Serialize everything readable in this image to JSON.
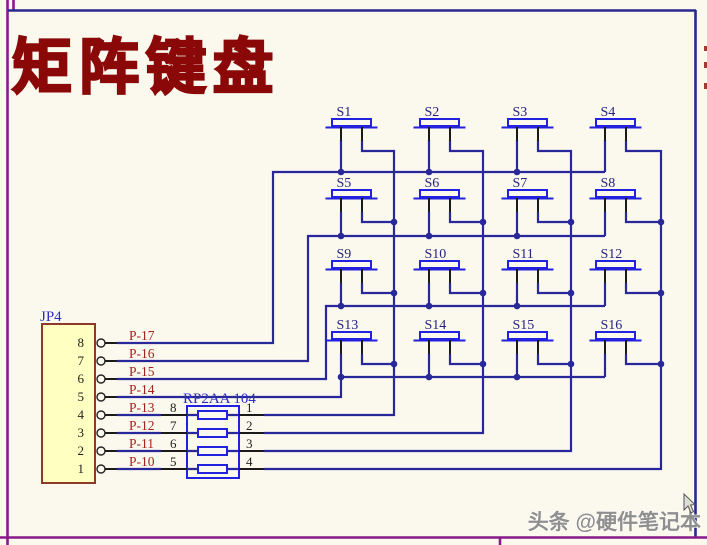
{
  "title": "矩阵键盘",
  "sheet": {
    "watermark": "头条 @硬件笔记本"
  },
  "matrix": {
    "switches": [
      {
        "label": "S1"
      },
      {
        "label": "S2"
      },
      {
        "label": "S3"
      },
      {
        "label": "S4"
      },
      {
        "label": "S5"
      },
      {
        "label": "S6"
      },
      {
        "label": "S7"
      },
      {
        "label": "S8"
      },
      {
        "label": "S9"
      },
      {
        "label": "S10"
      },
      {
        "label": "S11"
      },
      {
        "label": "S12"
      },
      {
        "label": "S13"
      },
      {
        "label": "S14"
      },
      {
        "label": "S15"
      },
      {
        "label": "S16"
      }
    ]
  },
  "connector": {
    "designator": "JP4",
    "pin_numbers": [
      "8",
      "7",
      "6",
      "5",
      "4",
      "3",
      "2",
      "1"
    ],
    "net_labels": [
      "P-17",
      "P-16",
      "P-15",
      "P-14",
      "P-13",
      "P-12",
      "P-11",
      "P-10"
    ]
  },
  "resistor_pack": {
    "label": "RP2AA 104",
    "left_pin_numbers": [
      "8",
      "7",
      "6",
      "5"
    ],
    "right_pin_numbers": [
      "1",
      "2",
      "3",
      "4"
    ]
  },
  "colors": {
    "background": "#FBF8EE",
    "wire": "#28289A",
    "part_blue": "#2121DE",
    "designator_blue": "#2F2FBE",
    "net_label_red": "#A3241E",
    "title_red": "#8B0808",
    "connector_fill": "#FFFFC2",
    "connector_border": "#8C3B2A",
    "border_purple": "#881A8C",
    "border_navy": "#28288F",
    "watermark_gray": "#8F8F8F"
  }
}
